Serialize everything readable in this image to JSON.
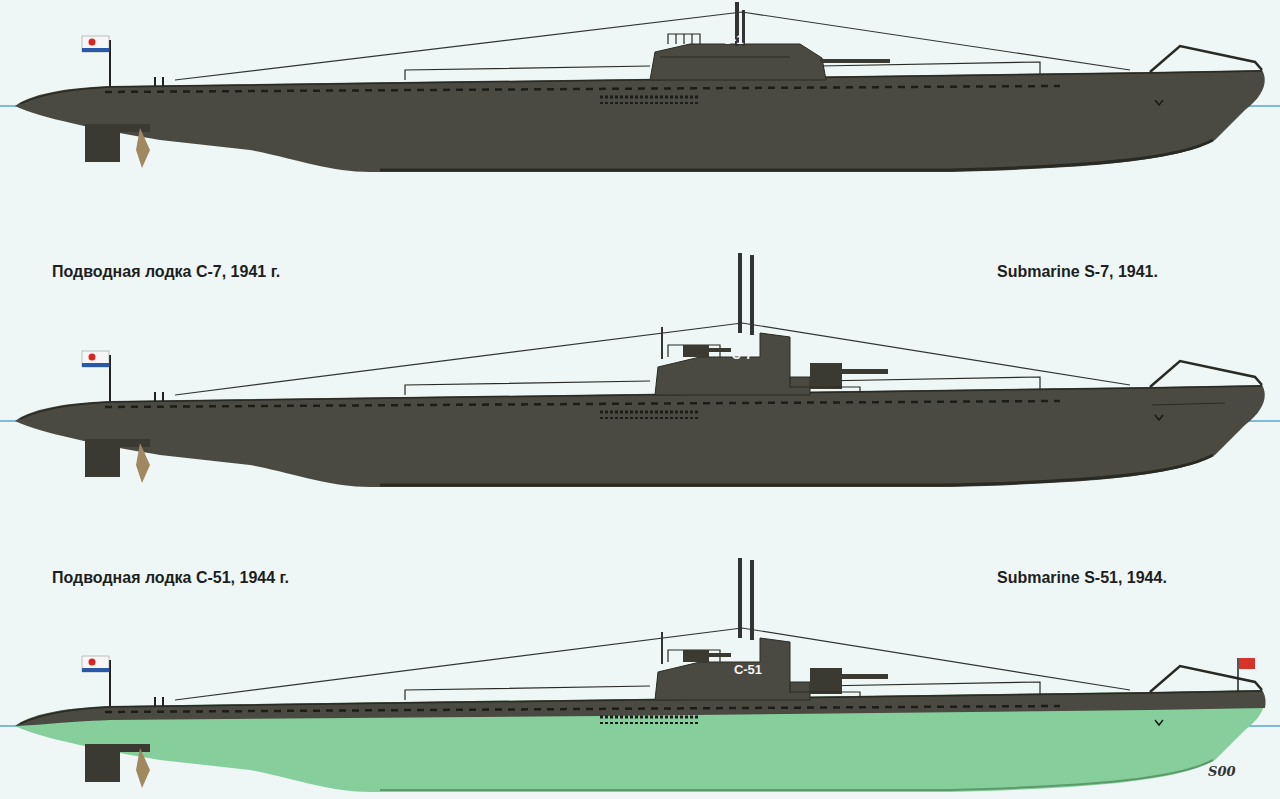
{
  "diagram": {
    "labels": [
      "С-1",
      "Подводная лодка С-7, 1941 г.",
      "Submarine S-7, 1941.",
      "С-7",
      "Подводная лодка С-51, 1944 г.",
      "Submarine S-51, 1944.",
      "С-51",
      "S00"
    ]
  }
}
